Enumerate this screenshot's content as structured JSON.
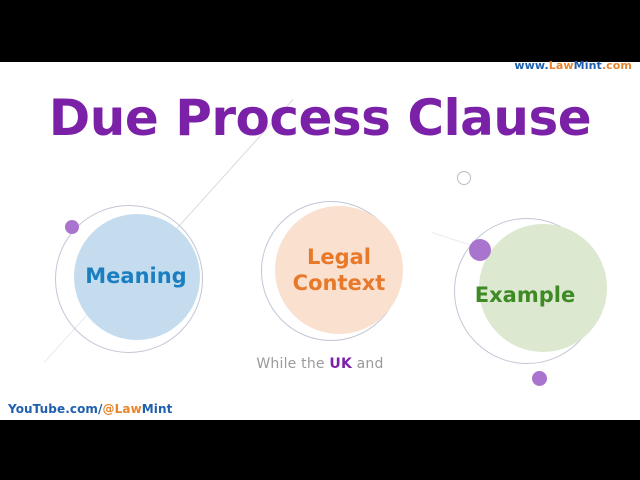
{
  "slide": {
    "title": "Due Process Clause",
    "title_color": "#7B21A8",
    "background": "#FFFFFF",
    "letterbox_color": "#000000"
  },
  "watermarks": {
    "top_right": {
      "full_text": "www.LawMint.com",
      "parts": [
        {
          "text": "www.",
          "color": "#1F5FAF"
        },
        {
          "text": "Law",
          "color": "#E8852B"
        },
        {
          "text": "Mint",
          "color": "#1F5FAF"
        },
        {
          "text": ".com",
          "color": "#E8852B"
        }
      ]
    },
    "bottom_left": {
      "full_text": "YouTube.com/@LawMint",
      "parts": [
        {
          "text": "YouTube.com/",
          "color": "#1F5FAF"
        },
        {
          "text": "@Law",
          "color": "#E8852B"
        },
        {
          "text": "Mint",
          "color": "#1F5FAF"
        }
      ]
    }
  },
  "nodes": [
    {
      "id": "meaning",
      "label": "Meaning",
      "text_color": "#1A7FC1",
      "fill_color": "#C5DCEE",
      "ring_color": "#C3C7D6",
      "accent_dots": 1
    },
    {
      "id": "legal-context",
      "label": "Legal\nContext",
      "text_color": "#E8792B",
      "fill_color": "#FAE0CF",
      "ring_color": "#C3C7D6",
      "accent_dots": 0
    },
    {
      "id": "example",
      "label": "Example",
      "text_color": "#3E8B26",
      "fill_color": "#DCE8D0",
      "ring_color": "#C3C7D6",
      "accent_dots": 2
    }
  ],
  "caption": {
    "lead": "While the ",
    "highlight": "UK",
    "trail": " and",
    "highlight_color": "#7B21A8",
    "text_color": "#9A9A9A"
  }
}
